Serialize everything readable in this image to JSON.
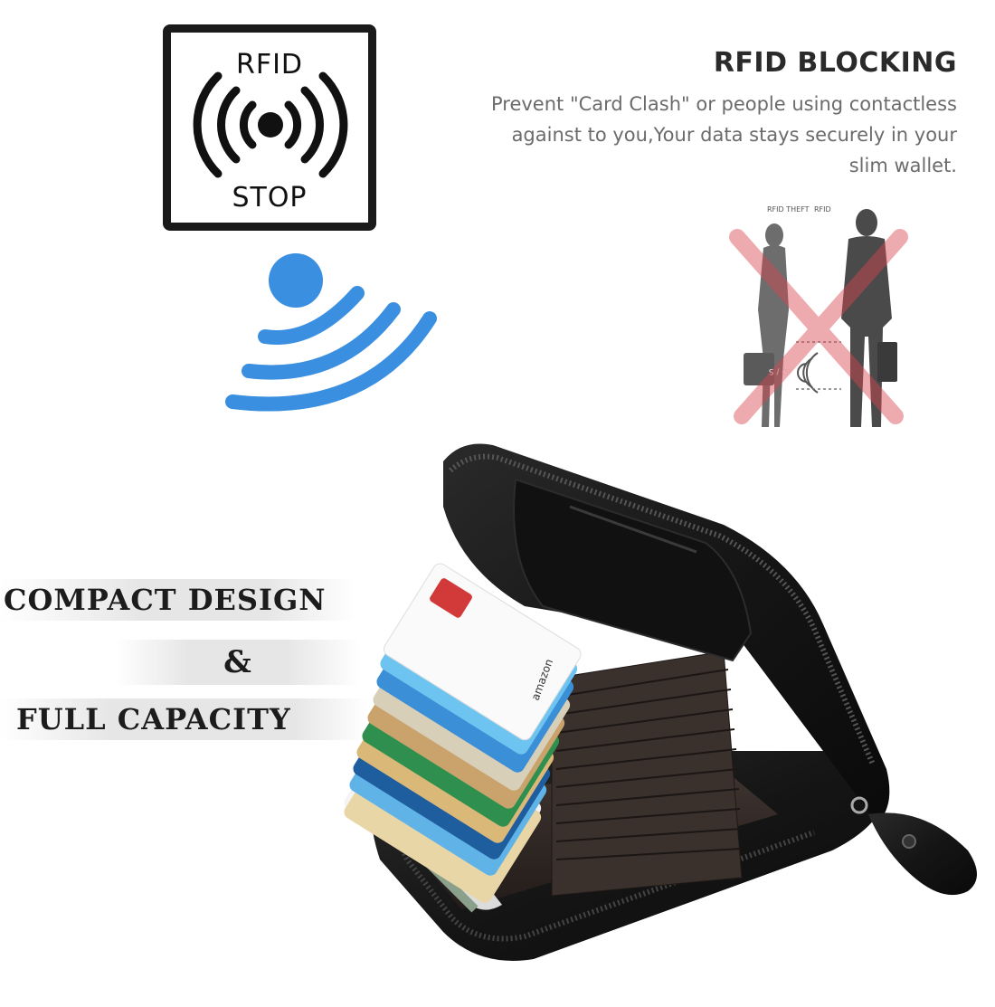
{
  "rfid_sign": {
    "top_text": "RFID",
    "bottom_text": "STOP",
    "icon": "rfid-signal-icon"
  },
  "wireless_icon": "wireless-signal-icon",
  "blocking": {
    "title": "RFID BLOCKING",
    "line1": "Prevent \"Card Clash\" or people using contactless",
    "line2": "against to you,Your data stays securely in your",
    "line3": "slim wallet."
  },
  "illustration": {
    "caption_left": "RFID THEFT",
    "caption_right": "RFID",
    "bag_label": "ID / S"
  },
  "features": {
    "compact": "COMPACT DESIGN",
    "ampersand": "&",
    "capacity": "FULL CAPACITY"
  },
  "wallet": {
    "card_brand_text": "amazon"
  },
  "colors": {
    "accent_blue": "#3a8fe0",
    "cross_red": "#d9474f",
    "leather": "#1c1c1c"
  }
}
